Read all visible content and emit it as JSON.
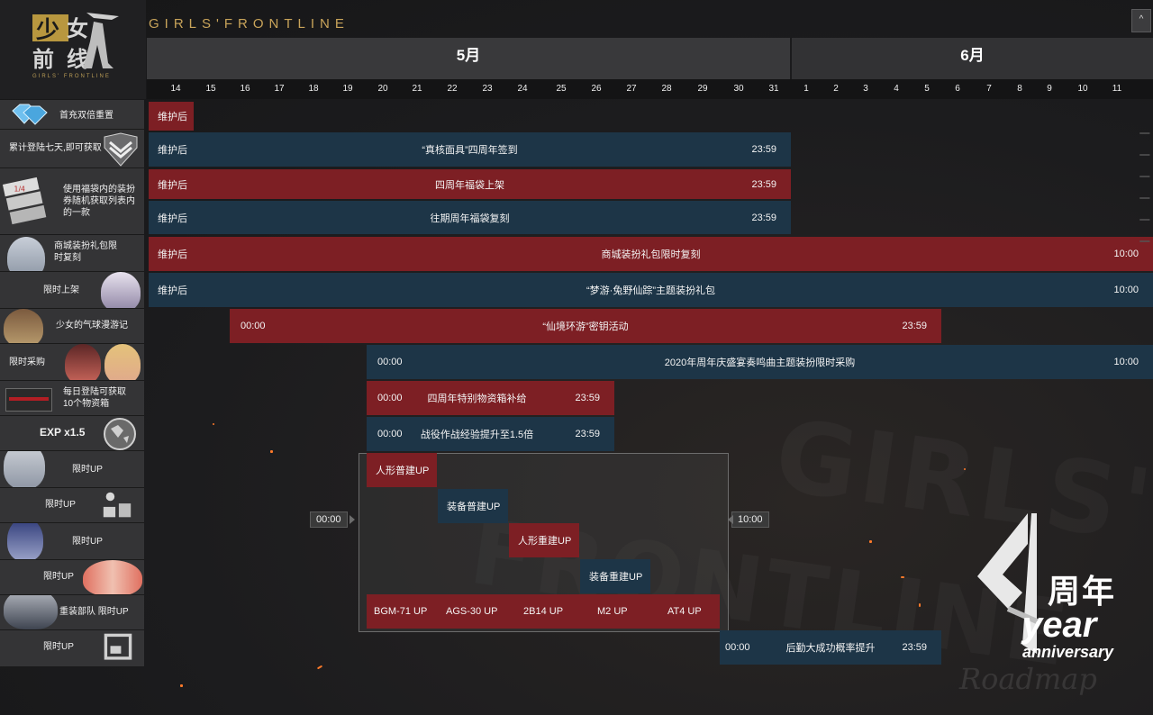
{
  "brand": {
    "title": "GIRLS'FRONTLINE",
    "logo_text": "少女前线",
    "logo_sub": "GIRLS' FRONTLINE"
  },
  "months": {
    "may": "5月",
    "june": "6月"
  },
  "days": [
    "14",
    "15",
    "16",
    "17",
    "18",
    "19",
    "20",
    "21",
    "22",
    "23",
    "24",
    "25",
    "26",
    "27",
    "28",
    "29",
    "30",
    "31",
    "1",
    "2",
    "3",
    "4",
    "5",
    "6",
    "7",
    "8",
    "9",
    "10",
    "11"
  ],
  "rows": [
    {
      "label": "首充双倍重置",
      "icon": "diamond-icon"
    },
    {
      "label": "累计登陆七天,即可获取",
      "icon": "chevron-rank-icon"
    },
    {
      "label": "使用福袋内的装扮券随机获取列表内的一款",
      "icon": "ticket-icon"
    },
    {
      "label": "商城装扮礼包限时复刻",
      "icon": "doll-portrait"
    },
    {
      "label": "限时上架",
      "icon": "bunny-portrait"
    },
    {
      "label": "少女的气球漫游记",
      "icon": "doll-portrait"
    },
    {
      "label": "限时采购",
      "icon": "doll-portrait"
    },
    {
      "label": "每日登陆可获取10个物资箱",
      "icon": "supply-box-icon"
    },
    {
      "label": "EXP x1.5",
      "icon": "globe-icon"
    },
    {
      "label": "限时UP",
      "icon": "doll-portrait"
    },
    {
      "label": "限时UP",
      "icon": "equipment-icon"
    },
    {
      "label": "限时UP",
      "icon": "doll-portrait"
    },
    {
      "label": "限时UP",
      "icon": "fairy-portrait"
    },
    {
      "label": "重装部队 限时UP",
      "icon": "heavy-weapon-portrait"
    },
    {
      "label": "限时UP",
      "icon": "box-icon"
    }
  ],
  "events": [
    {
      "name": "",
      "start": "维护后",
      "end": ""
    },
    {
      "name": "“真核面具”四周年签到",
      "start": "维护后",
      "end": "23:59"
    },
    {
      "name": "四周年福袋上架",
      "start": "维护后",
      "end": "23:59"
    },
    {
      "name": "往期周年福袋复刻",
      "start": "维护后",
      "end": "23:59"
    },
    {
      "name": "商城装扮礼包限时复刻",
      "start": "维护后",
      "end": "10:00"
    },
    {
      "name": "“梦游·兔野仙踪”主题装扮礼包",
      "start": "维护后",
      "end": "10:00"
    },
    {
      "name": "“仙境环游”密钥活动",
      "start": "00:00",
      "end": "23:59"
    },
    {
      "name": "2020年周年庆盛宴奏鸣曲主题装扮限时采购",
      "start": "00:00",
      "end": "10:00"
    },
    {
      "name": "四周年特别物资箱补给",
      "start": "00:00",
      "end": "23:59"
    },
    {
      "name": "战役作战经验提升至1.5倍",
      "start": "00:00",
      "end": "23:59"
    }
  ],
  "pool": {
    "start": "00:00",
    "end": "10:00",
    "stages": [
      "人形普建UP",
      "装备普建UP",
      "人形重建UP",
      "装备重建UP"
    ],
    "heavy": [
      "BGM-71 UP",
      "AGS-30 UP",
      "2B14 UP",
      "M2 UP",
      "AT4 UP"
    ]
  },
  "last_event": {
    "name": "后勤大成功概率提升",
    "start": "00:00",
    "end": "23:59"
  },
  "anniversary": {
    "big": "周年",
    "year": "year",
    "sub": "anniversary",
    "roadmap": "Roadmap"
  },
  "colors": {
    "red": "#7d1f24",
    "blue": "#1d3547",
    "gold": "#c9a45a"
  },
  "controls": {
    "collapse": "^"
  }
}
